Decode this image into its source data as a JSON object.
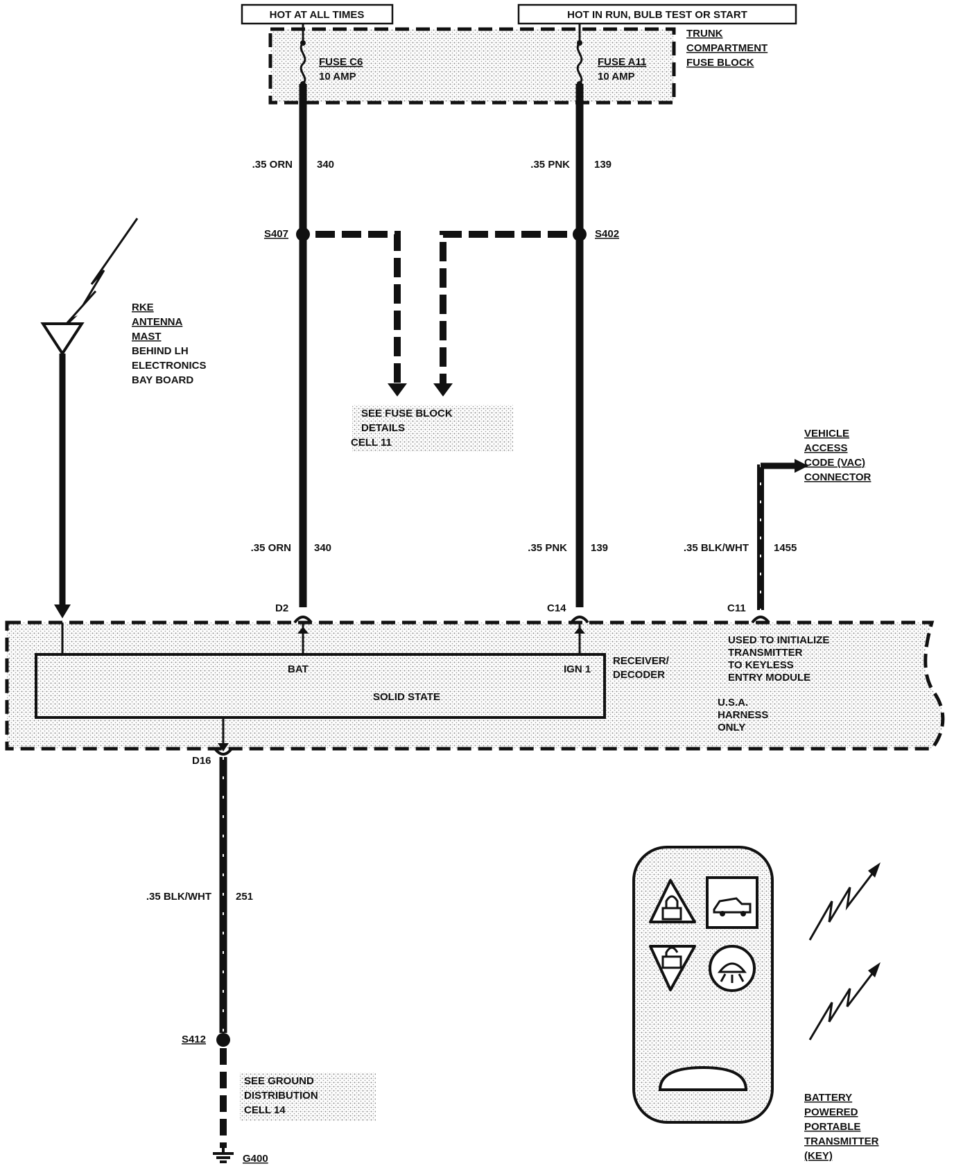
{
  "supplies": {
    "hot_at_all_times": "HOT AT ALL TIMES",
    "hot_in_run": "HOT IN RUN,  BULB TEST OR START"
  },
  "fuse_block": {
    "label": [
      "TRUNK",
      "COMPARTMENT",
      "FUSE BLOCK"
    ],
    "fuse_c6": {
      "name": "FUSE C6",
      "rating": "10 AMP"
    },
    "fuse_a11": {
      "name": "FUSE A11",
      "rating": "10 AMP"
    }
  },
  "wires": {
    "orn_upper": {
      "gauge": ".35 ORN",
      "circuit": "340"
    },
    "pnk_upper": {
      "gauge": ".35 PNK",
      "circuit": "139"
    },
    "orn_lower": {
      "gauge": ".35 ORN",
      "circuit": "340"
    },
    "pnk_lower": {
      "gauge": ".35 PNK",
      "circuit": "139"
    },
    "blk_wht_vac": {
      "gauge": ".35 BLK/WHT",
      "circuit": "1455"
    },
    "blk_wht_gnd": {
      "gauge": ".35 BLK/WHT",
      "circuit": "251"
    }
  },
  "splices": {
    "s407": "S407",
    "s402": "S402",
    "s412": "S412"
  },
  "fuse_details_ref": [
    "SEE FUSE BLOCK",
    "DETAILS",
    "CELL 11"
  ],
  "antenna": [
    "RKE",
    "ANTENNA",
    "MAST",
    "BEHIND LH",
    "ELECTRONICS",
    "BAY BOARD"
  ],
  "vac_connector": [
    "VEHICLE",
    "ACCESS",
    "CODE (VAC)",
    "CONNECTOR"
  ],
  "pins": {
    "d2": "D2",
    "c14": "C14",
    "c11": "C11",
    "d16": "D16"
  },
  "module": {
    "bat": "BAT",
    "ign1": "IGN 1",
    "solid_state": "SOLID STATE",
    "name": [
      "RECEIVER/",
      "DECODER"
    ],
    "note_vac": [
      "USED TO  INITIALIZE",
      "TRANSMITTER",
      "TO KEYLESS",
      "ENTRY MODULE"
    ],
    "note_harness": [
      "U.S.A.",
      "HARNESS",
      "ONLY"
    ]
  },
  "ground_ref": [
    "SEE GROUND",
    "DISTRIBUTION",
    "CELL 14"
  ],
  "ground": "G400",
  "transmitter": [
    "BATTERY",
    "POWERED",
    "PORTABLE",
    "TRANSMITTER",
    "(KEY)"
  ]
}
